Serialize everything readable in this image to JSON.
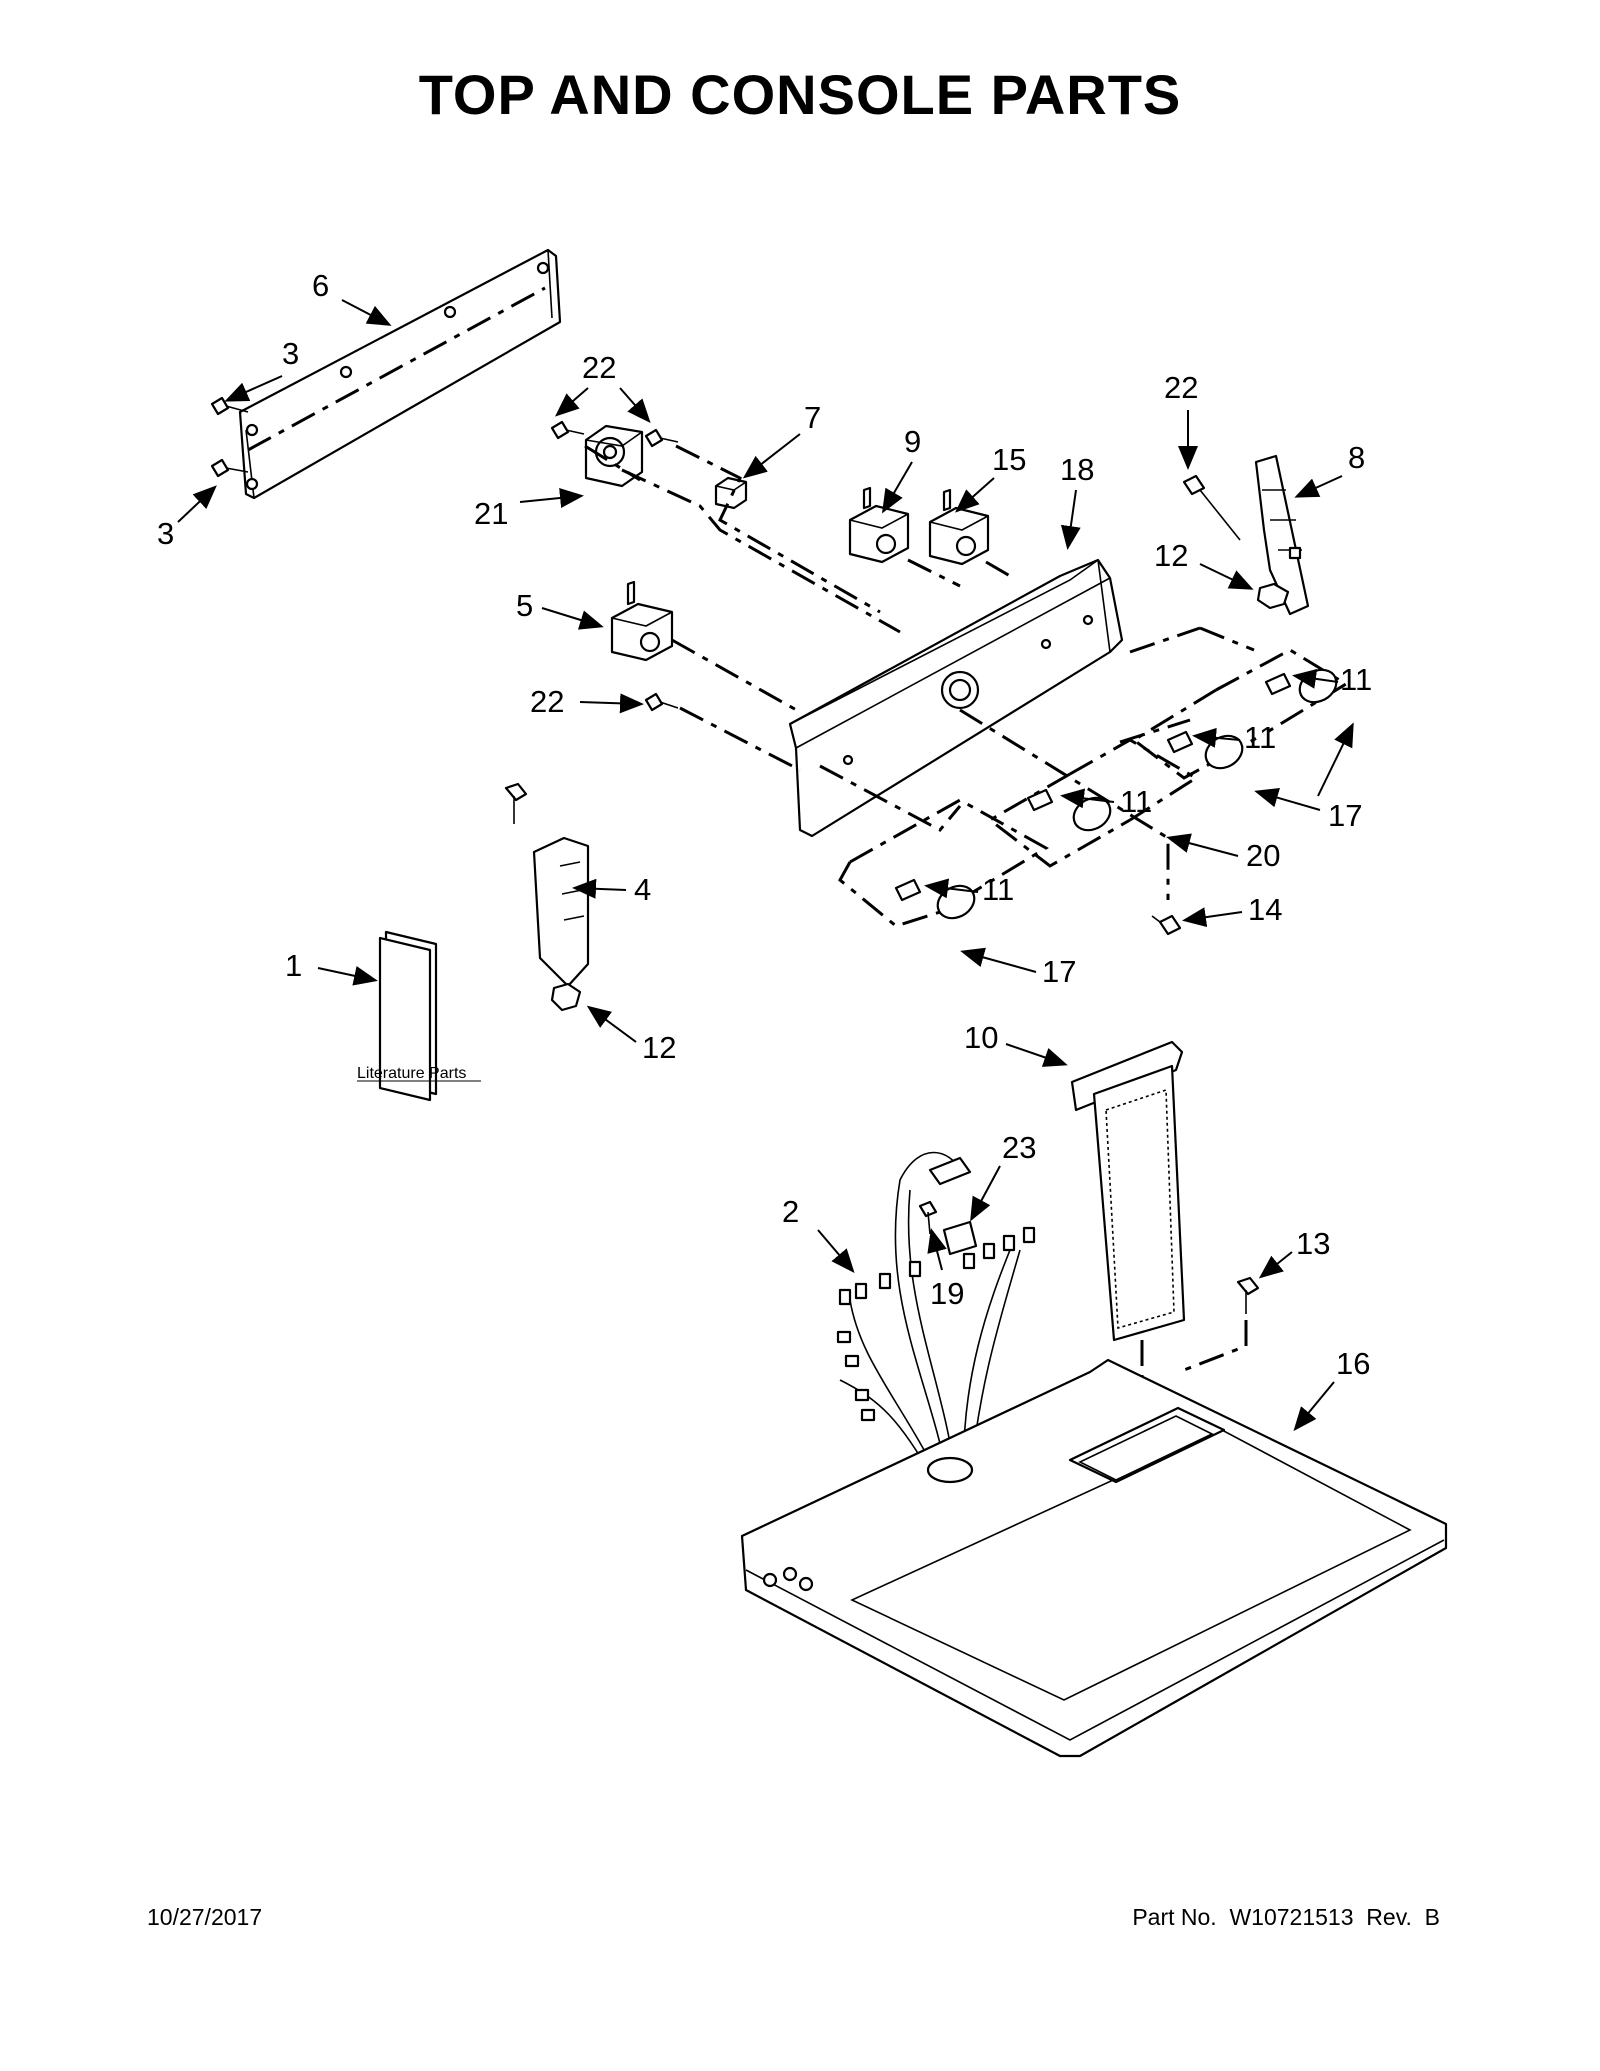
{
  "title": "TOP AND CONSOLE PARTS",
  "footer": {
    "date": "10/27/2017",
    "part_number": "Part No.  W10721513  Rev.  B"
  },
  "literature_label": "Literature Parts",
  "callouts": [
    {
      "id": "c6",
      "label": "6"
    },
    {
      "id": "c3a",
      "label": "3"
    },
    {
      "id": "c3b",
      "label": "3"
    },
    {
      "id": "c22a",
      "label": "22"
    },
    {
      "id": "c7",
      "label": "7"
    },
    {
      "id": "c21",
      "label": "21"
    },
    {
      "id": "c9",
      "label": "9"
    },
    {
      "id": "c15",
      "label": "15"
    },
    {
      "id": "c18",
      "label": "18"
    },
    {
      "id": "c22b",
      "label": "22"
    },
    {
      "id": "c8",
      "label": "8"
    },
    {
      "id": "c12a",
      "label": "12"
    },
    {
      "id": "c5",
      "label": "5"
    },
    {
      "id": "c11a",
      "label": "11"
    },
    {
      "id": "c22c",
      "label": "22"
    },
    {
      "id": "c11b",
      "label": "11"
    },
    {
      "id": "c17a",
      "label": "17"
    },
    {
      "id": "c11c",
      "label": "11"
    },
    {
      "id": "c20",
      "label": "20"
    },
    {
      "id": "c4",
      "label": "4"
    },
    {
      "id": "c11d",
      "label": "11"
    },
    {
      "id": "c14",
      "label": "14"
    },
    {
      "id": "c1",
      "label": "1"
    },
    {
      "id": "c17b",
      "label": "17"
    },
    {
      "id": "c12b",
      "label": "12"
    },
    {
      "id": "c10",
      "label": "10"
    },
    {
      "id": "c23",
      "label": "23"
    },
    {
      "id": "c2",
      "label": "2"
    },
    {
      "id": "c13",
      "label": "13"
    },
    {
      "id": "c19",
      "label": "19"
    },
    {
      "id": "c16",
      "label": "16"
    }
  ]
}
